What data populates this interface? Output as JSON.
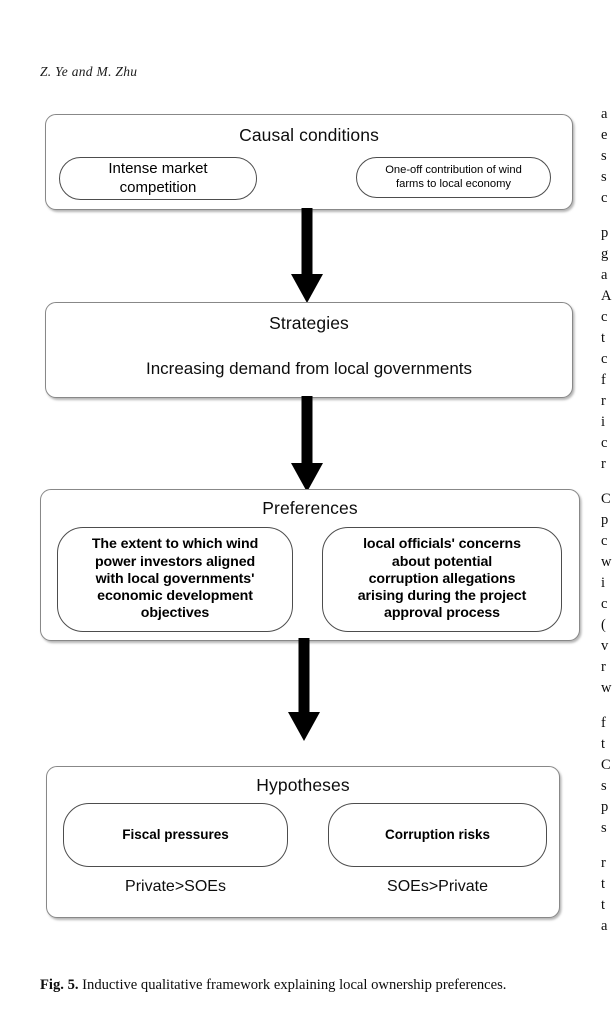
{
  "page": {
    "running_head": "Z. Ye and M. Zhu"
  },
  "figure": {
    "stages": [
      {
        "id": "causal-conditions",
        "title": "Causal conditions",
        "items": [
          {
            "text": "Intense market competition",
            "lines": [
              "Intense market",
              "competition"
            ]
          },
          {
            "text": "One-off contribution of wind farms to local economy",
            "lines": [
              "One-off contribution of wind",
              "farms to local economy"
            ]
          }
        ]
      },
      {
        "id": "strategies",
        "title": "Strategies",
        "subtitle": "Increasing demand from local governments",
        "items": []
      },
      {
        "id": "preferences",
        "title": "Preferences",
        "items": [
          {
            "text": "The extent to which wind power investors aligned with local governments' economic development objectives",
            "lines": [
              "The extent to which wind",
              "power investors aligned",
              "with local governments'",
              "economic development",
              "objectives"
            ]
          },
          {
            "text": "local officials' concerns about potential corruption allegations arising during the project approval process",
            "lines": [
              "local officials' concerns",
              "about potential",
              "corruption allegations",
              "arising during the project",
              "approval process"
            ]
          }
        ]
      },
      {
        "id": "hypotheses",
        "title": "Hypotheses",
        "items": [
          {
            "text": "Fiscal pressures",
            "lines": [
              "Fiscal pressures"
            ]
          },
          {
            "text": "Corruption risks",
            "lines": [
              "Corruption risks"
            ]
          }
        ],
        "notes": [
          "Private>SOEs",
          "SOEs>Private"
        ]
      }
    ],
    "arrows": [
      {
        "from": "causal-conditions",
        "to": "strategies"
      },
      {
        "from": "strategies",
        "to": "preferences"
      },
      {
        "from": "preferences",
        "to": "hypotheses"
      }
    ]
  },
  "caption": {
    "label": "Fig. 5.",
    "text": "Inductive qualitative framework explaining local ownership preferences."
  },
  "right_column": {
    "paragraphs": [
      [
        "a",
        "e",
        "s",
        "s",
        "c"
      ],
      [
        "p",
        "g",
        "a",
        "A",
        "c",
        "t",
        "c",
        "f",
        "r",
        "i",
        "c",
        "r"
      ],
      [
        "C",
        "p",
        "c",
        "w",
        "i",
        "c",
        "(",
        "v",
        "r",
        "w"
      ],
      [
        "f",
        "t",
        "C",
        "s",
        "p",
        "s"
      ],
      [
        "r",
        "t",
        "t",
        "a"
      ]
    ]
  },
  "colors": {
    "stage_border": "#888888",
    "pill_border": "#4d4d4d",
    "arrow": "#000000",
    "text": "#0d0d0d",
    "background": "#ffffff"
  }
}
